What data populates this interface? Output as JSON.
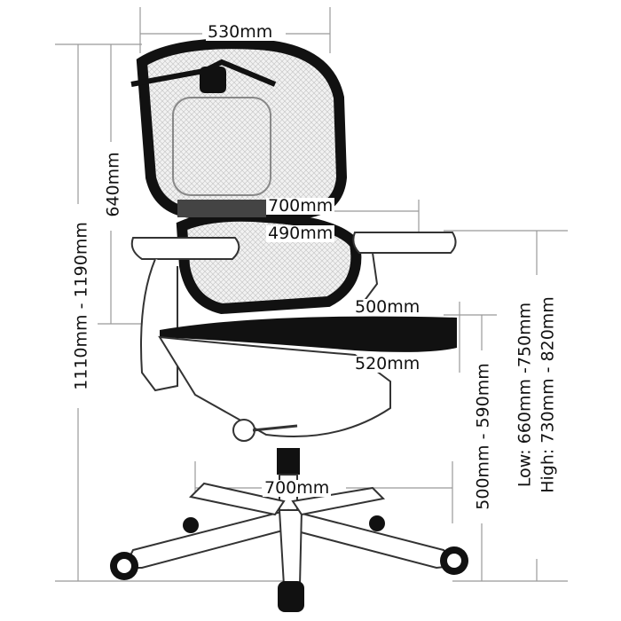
{
  "dimensions": {
    "backrest_width": "530mm",
    "backrest_height": "640mm",
    "overall_height": "1110mm - 1190mm",
    "armrest_outer_width": "700mm",
    "armrest_inner_width": "490mm",
    "seat_depth": "500mm",
    "seat_width": "520mm",
    "base_diameter": "700mm",
    "seat_height": "500mm - 590mm",
    "armrest_height_low": "Low: 660mm -750mm",
    "armrest_height_high": "High: 730mm - 820mm"
  },
  "colors": {
    "line": "#999999",
    "outline": "#222222",
    "mesh": "#e6e6e6",
    "black": "#111111"
  }
}
